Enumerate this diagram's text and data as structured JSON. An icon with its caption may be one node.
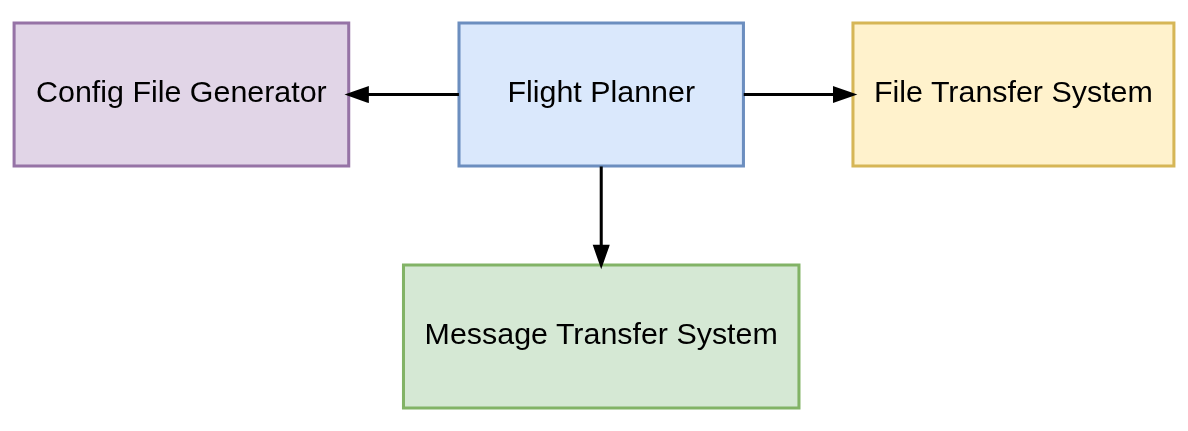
{
  "diagram": {
    "nodes": [
      {
        "text": [
          "Config File Generator"
        ]
      },
      {
        "text": [
          "Flight Planner"
        ]
      },
      {
        "text": [
          "File Transfer System"
        ]
      },
      {
        "text": [
          "Message Transfer System"
        ]
      }
    ],
    "edges": [
      {
        "from": 1,
        "to": 0,
        "arrow": "to"
      },
      {
        "from": 1,
        "to": 2,
        "arrow": "to"
      },
      {
        "from": 1,
        "to": 3,
        "arrow": "to"
      }
    ]
  }
}
